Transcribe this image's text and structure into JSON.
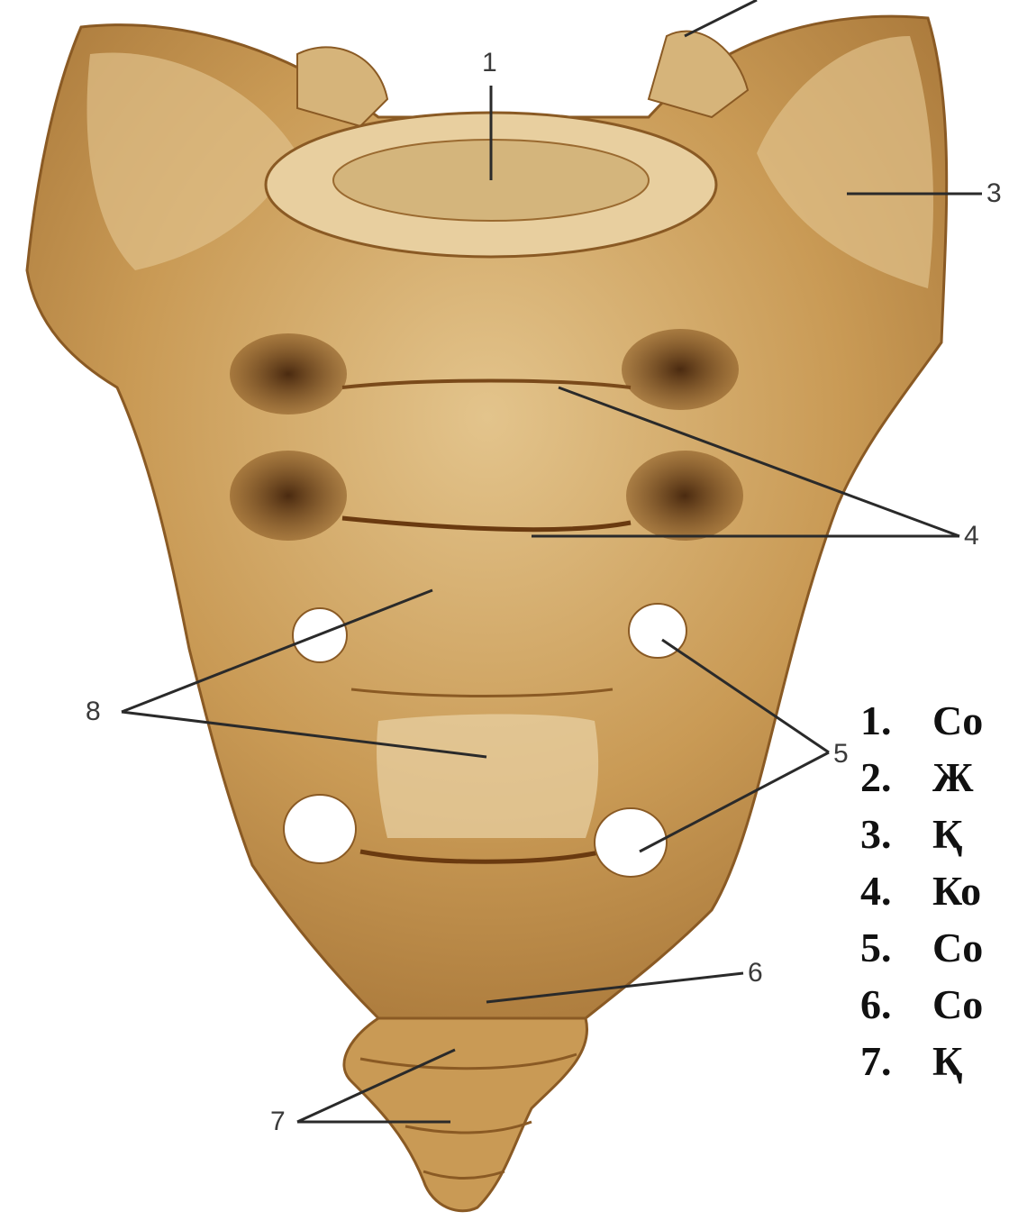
{
  "callouts": [
    "1",
    "3",
    "4",
    "5",
    "6",
    "7",
    "8"
  ],
  "legend": [
    {
      "number": "1.",
      "text": "Co"
    },
    {
      "number": "2.",
      "text": "Ж"
    },
    {
      "number": "3.",
      "text": "Қ"
    },
    {
      "number": "4.",
      "text": "Ко"
    },
    {
      "number": "5.",
      "text": "Co"
    },
    {
      "number": "6.",
      "text": "Co"
    },
    {
      "number": "7.",
      "text": "Қ"
    }
  ],
  "colors": {
    "bone": "#c99a55",
    "bone_light": "#e3c48c",
    "bone_dark": "#8a5a24",
    "foramen_dark": "#5a3515",
    "leader_line": "#2a2a2a"
  }
}
